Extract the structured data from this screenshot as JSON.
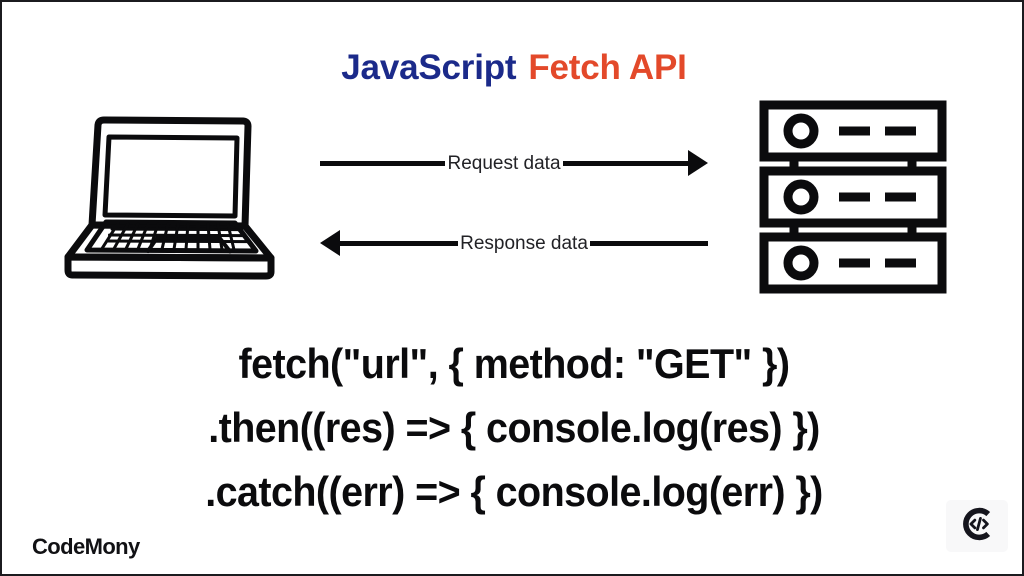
{
  "slide": {
    "background_color": "#ffffff",
    "border_color": "#1b1b1f"
  },
  "title": {
    "primary": "JavaScript",
    "primary_color": "#1b2a8a",
    "secondary": "Fetch API",
    "secondary_color": "#e3492a"
  },
  "diagram": {
    "client_icon": "laptop-icon",
    "server_icon": "server-rack-icon",
    "arrows": [
      {
        "label": "Request data",
        "direction": "right",
        "name": "request-arrow"
      },
      {
        "label": "Response data",
        "direction": "left",
        "name": "response-arrow"
      }
    ],
    "stroke_color": "#0b0b0d"
  },
  "code": {
    "lines": [
      "fetch(\"url\", { method: \"GET\" })",
      ".then((res) => { console.log(res) })",
      ".catch((err) => { console.log(err) })"
    ]
  },
  "footer": {
    "brand": "CodeMony",
    "badge_icon": "code-brackets-c-logo-icon"
  }
}
